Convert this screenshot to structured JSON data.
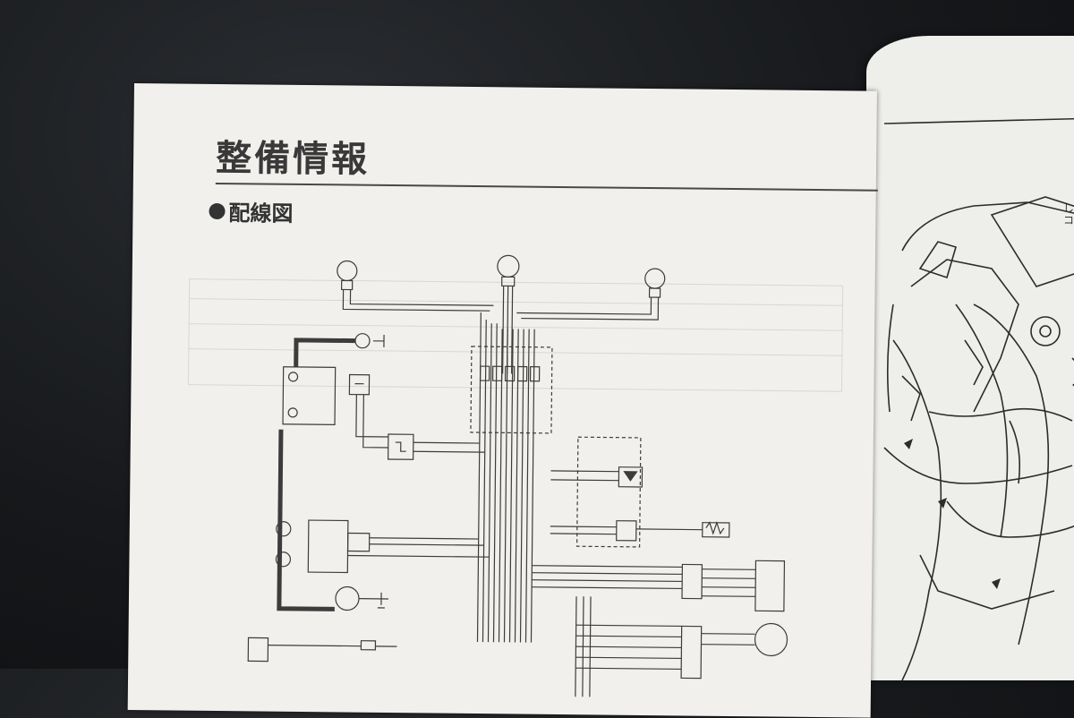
{
  "page": {
    "section_title": "整備情報",
    "subsection_title": "配線図"
  },
  "right_page": {
    "edge_text": "し コ"
  },
  "colors": {
    "ink": "#3a3838",
    "paper": "#f1f0ec",
    "background": "#16181b"
  },
  "icons": [
    "bulb-icon",
    "battery-icon",
    "motor-icon",
    "diode-icon",
    "relay-icon",
    "ground-icon"
  ]
}
